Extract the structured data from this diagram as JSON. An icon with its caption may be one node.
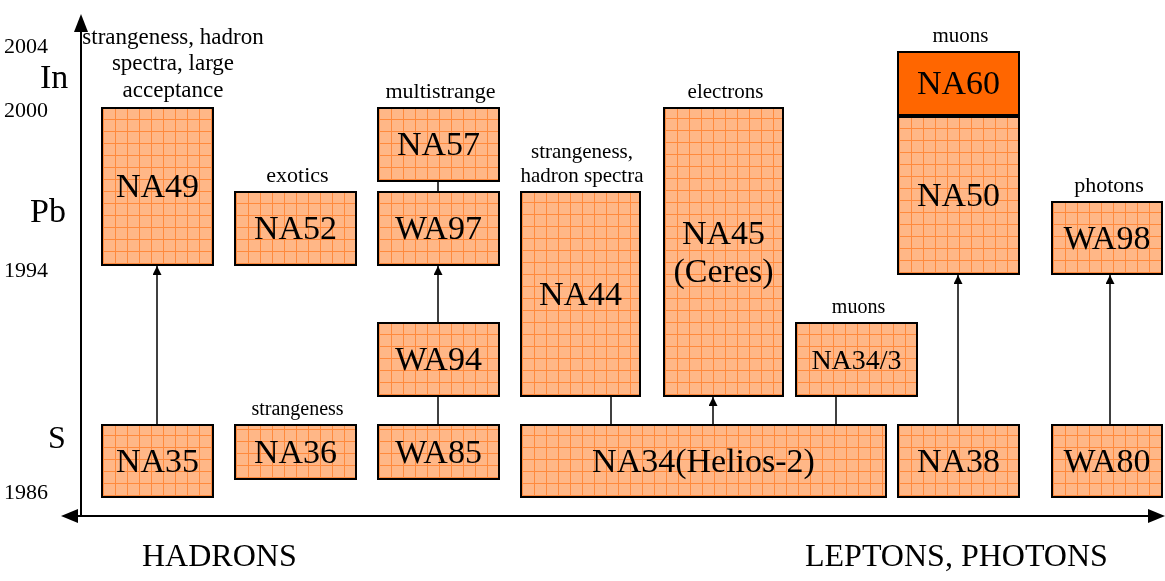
{
  "diagram": {
    "nodes": [
      {
        "text": [
          "NA49"
        ],
        "beside": [
          "strangeness, hadron spectra, large acceptance"
        ]
      },
      {
        "text": [
          "NA52"
        ],
        "beside": [
          "exotics"
        ]
      },
      {
        "text": [
          "NA57"
        ],
        "beside": [
          "multistrange"
        ]
      },
      {
        "text": [
          "WA97"
        ]
      },
      {
        "text": [
          "WA94"
        ]
      },
      {
        "text": [
          "NA44"
        ],
        "beside": [
          "strangeness, hadron spectra"
        ]
      },
      {
        "text": [
          "NA45 (Ceres)"
        ],
        "beside": [
          "electrons"
        ]
      },
      {
        "text": [
          "NA60"
        ],
        "beside": [
          "muons"
        ]
      },
      {
        "text": [
          "NA50"
        ]
      },
      {
        "text": [
          "WA98"
        ],
        "beside": [
          "photons"
        ]
      },
      {
        "text": [
          "NA34/3"
        ],
        "beside": [
          "muons"
        ]
      },
      {
        "text": [
          "NA35"
        ]
      },
      {
        "text": [
          "NA36"
        ],
        "beside": [
          "strangeness"
        ]
      },
      {
        "text": [
          "WA85"
        ]
      },
      {
        "text": [
          "NA34(Helios-2)"
        ]
      },
      {
        "text": [
          "NA38"
        ]
      },
      {
        "text": [
          "WA80"
        ]
      }
    ],
    "edges": [
      {
        "from": 11,
        "to": 0,
        "arrow": "to"
      },
      {
        "from": 13,
        "to": 4,
        "arrow": "none"
      },
      {
        "from": 4,
        "to": 3,
        "arrow": "to"
      },
      {
        "from": 3,
        "to": 2,
        "arrow": "none"
      },
      {
        "from": 14,
        "to": 5,
        "arrow": "none"
      },
      {
        "from": 14,
        "to": 6,
        "arrow": "to"
      },
      {
        "from": 14,
        "to": 10,
        "arrow": "none"
      },
      {
        "from": 15,
        "to": 8,
        "arrow": "to"
      },
      {
        "from": 16,
        "to": 9,
        "arrow": "to"
      }
    ],
    "labels": [
      "2004",
      "In",
      "2000",
      "Pb",
      "1994",
      "S",
      "1986",
      "HADRONS",
      "LEPTONS, PHOTONS"
    ]
  }
}
